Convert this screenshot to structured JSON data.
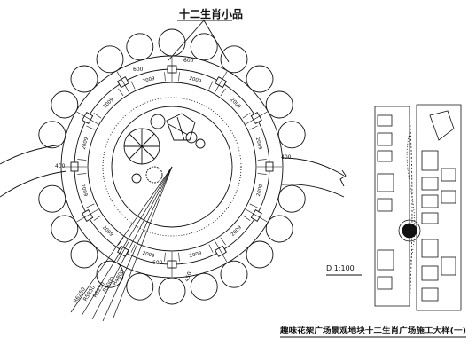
{
  "labels": {
    "zodiac_callout": "十二生肖小品",
    "scale": "D 1:100",
    "caption": "趣味花架广场景观地块十二生肖广场施工大样(一)"
  },
  "dimensions": {
    "spacing_2009": "2009",
    "width_600": "600",
    "width_400": "400",
    "width_450": "450",
    "r_4800": "R4800",
    "r_5250": "R5250",
    "r_5850": "R5850",
    "r_6250": "R6250",
    "r_5000": "R5000"
  },
  "ring": {
    "pedestal_count": 12,
    "tree_count": 24
  },
  "colors": {
    "ink": "#111111",
    "paper": "#ffffff"
  }
}
